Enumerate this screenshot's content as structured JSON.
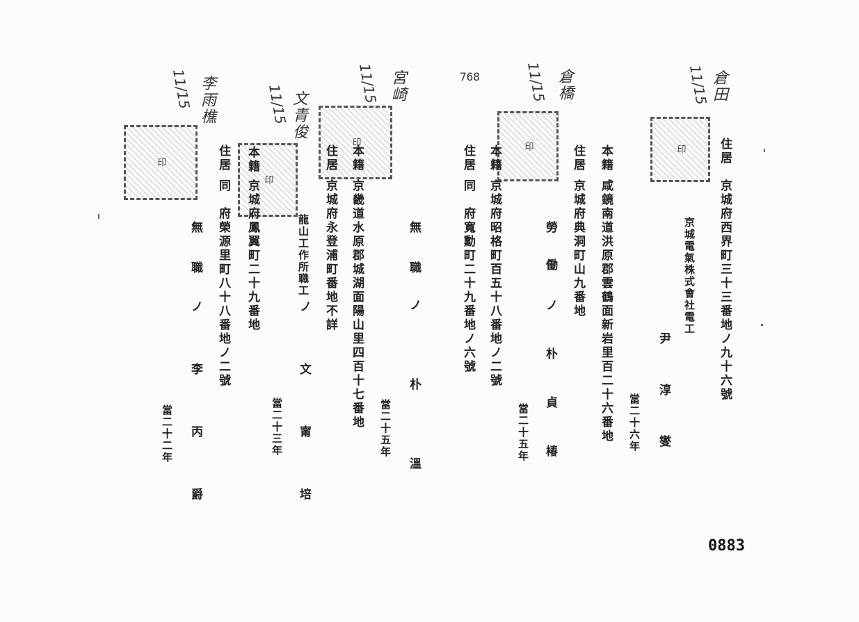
{
  "page_number": "0883",
  "reference_number": "768",
  "signatures": {
    "r1": "倉田",
    "r2": "倉橋",
    "r3": "宮崎",
    "r4": "文青俊",
    "r5": "李雨樵"
  },
  "date_mark": "11/15",
  "records": {
    "r1": {
      "residence_label": "住居",
      "residence": "京城府西界町三十三番地ノ九十六號",
      "occupation": "京城電氣株式會社電工",
      "name": "尹　淳　燮",
      "age": "當二十六年"
    },
    "r2": {
      "domicile_label": "本籍",
      "domicile": "咸鏡南道洪原郡雲鶴面新岩里百二十六番地",
      "residence_label": "住居",
      "residence": "京城府典洞町山九番地",
      "occupation": "勞　働",
      "name": "ノ　朴　貞　椿",
      "age": "當二十五年"
    },
    "r3": {
      "residence_label": "住居",
      "residence": "同　府寬勳町二十九番地ノ六號",
      "domicile_prefix": "本籍",
      "domicile": "京城府昭格町百五十八番地ノ二號",
      "occupation": "無　職",
      "name": "ノ　朴　溫",
      "age": "當二十五年"
    },
    "r4": {
      "domicile_label": "本籍",
      "domicile": "京畿道水原郡城湖面陽山里四百十七番地",
      "residence_label": "住居",
      "residence": "京城府永登浦町番地不詳",
      "occupation": "龍山工作所職工",
      "name": "ノ　文　甯　培",
      "age": "當二十三年"
    },
    "r5": {
      "domicile_label": "本籍",
      "domicile": "京城府鳳翼町二十九番地",
      "residence_label": "住居",
      "residence": "同　府榮源里町八十八番地ノ二號",
      "occupation": "無　職",
      "name": "ノ　李　丙　爵",
      "age": "當二十二年"
    }
  }
}
